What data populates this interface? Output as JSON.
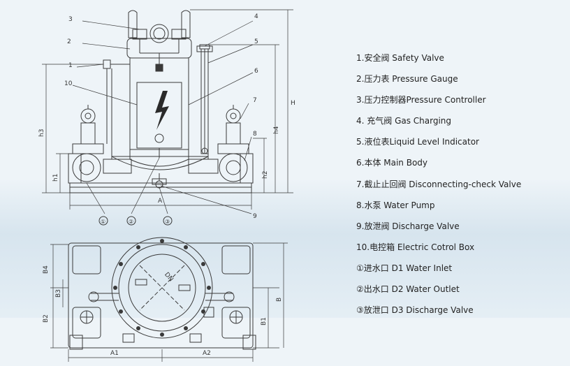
{
  "legend": [
    "1.安全阀 Safety Valve",
    "2.压力表 Pressure Gauge",
    "3.压力控制器Pressure Controller",
    "4. 充气阀 Gas Charging",
    "5.液位表Liquid Level Indicator",
    "6.本体 Main Body",
    "7.截止止回阀 Disconnecting-check Valve",
    "8.水泵 Water Pump",
    "9.放泄阀 Discharge Valve",
    "10.电控箱 Electric Cotrol Box",
    "①进水口 D1 Water Inlet",
    "②出水口 D2 Water Outlet",
    "③放泄口 D3 Discharge Valve"
  ],
  "callouts": {
    "n1": "1",
    "n2": "2",
    "n3": "3",
    "n4": "4",
    "n5": "5",
    "n6": "6",
    "n7": "7",
    "n8": "8",
    "n9": "9",
    "n10": "10",
    "c1": "①",
    "c2": "②",
    "c3": "③"
  },
  "dimensions": {
    "H": "H",
    "h1": "h1",
    "h2": "h2",
    "h3": "h3",
    "h4": "h4",
    "A": "A",
    "A1": "A1",
    "A2": "A2",
    "B": "B",
    "B1": "B1",
    "B2": "B2",
    "B3": "B3",
    "B4": "B4",
    "DN": "DN"
  },
  "colors": {
    "line": "#3a3a3a",
    "background": "#eef4f8",
    "text": "#222222"
  }
}
